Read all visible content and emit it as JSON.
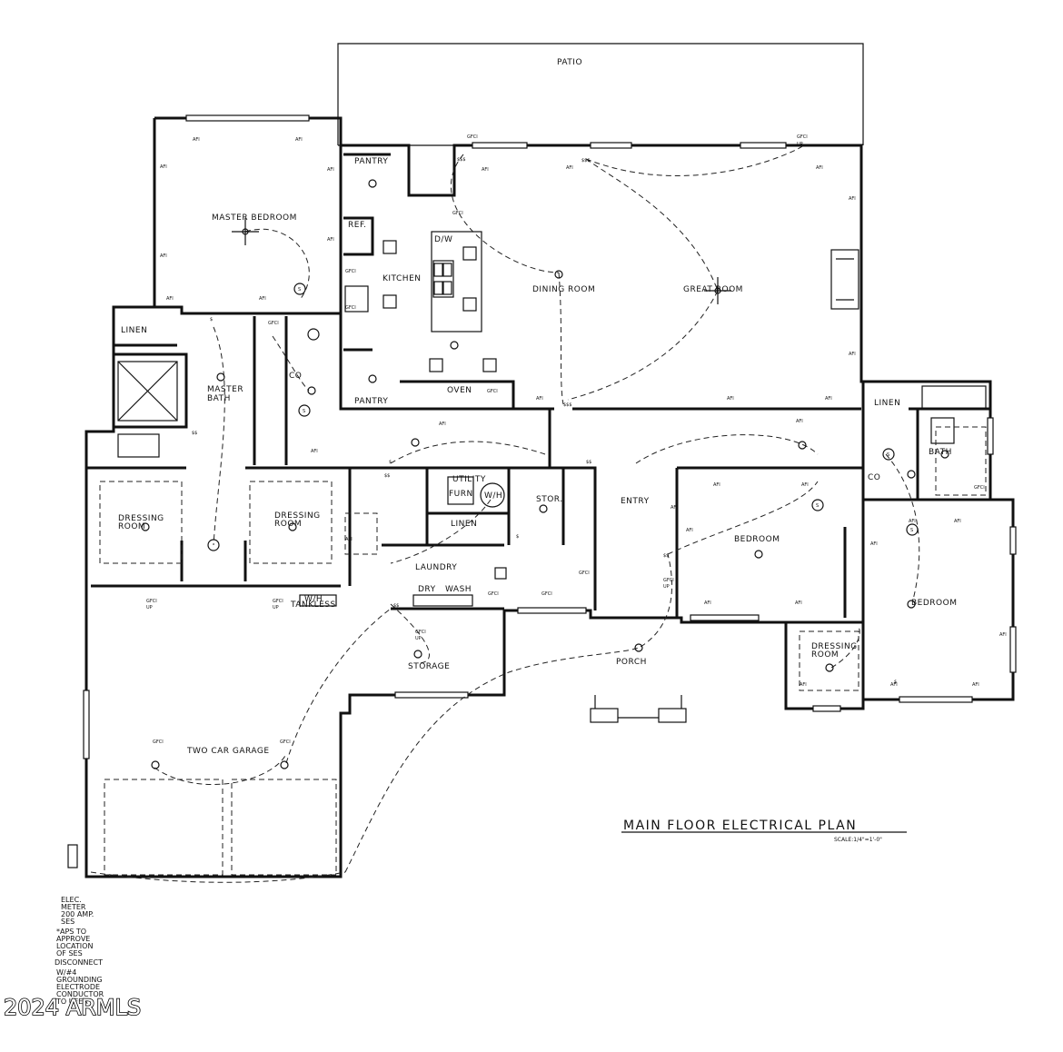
{
  "rooms": {
    "patio": "PATIO",
    "master_bedroom": "MASTER BEDROOM",
    "pantry_top": "PANTRY",
    "ref": "REF.",
    "kitchen": "KITCHEN",
    "dw": "D/W",
    "dining_room": "DINING ROOM",
    "great_room": "GREAT ROOM",
    "linen_1": "LINEN",
    "master_bath_1": "MASTER",
    "master_bath_2": "BATH",
    "pantry_bottom": "PANTRY",
    "oven": "OVEN",
    "linen_2": "LINEN",
    "bath": "BATH",
    "utility": "UTILITY",
    "furn": "FURN",
    "wh": "W/H",
    "stor": "STOR.",
    "entry": "ENTRY",
    "bedroom_1": "BEDROOM",
    "bedroom_2": "BEDROOM",
    "dressing_1a": "DRESSING",
    "dressing_1b": "ROOM",
    "dressing_2a": "DRESSING",
    "dressing_2b": "ROOM",
    "dressing_3a": "DRESSING",
    "dressing_3b": "ROOM",
    "linen_3": "LINEN",
    "laundry": "LAUNDRY",
    "dry": "DRY",
    "wash": "WASH",
    "wh_tankless": "W/H",
    "tankless": "TANKLESS",
    "storage": "STORAGE",
    "porch": "PORCH",
    "garage": "TWO CAR GARAGE"
  },
  "symbols": {
    "afi": "AFI",
    "gfci": "GFCI",
    "up": "UP",
    "co": "CO",
    "s": "S",
    "switch": "$",
    "switch3": "$$$",
    "switch2": "$$"
  },
  "title": {
    "main": "MAIN FLOOR ELECTRICAL PLAN",
    "scale": "SCALE:1/4\"=1'-0\""
  },
  "notes": {
    "meter_1": "ELEC.",
    "meter_2": "METER",
    "meter_3": "200 AMP.",
    "meter_4": "SES",
    "aps_1": "*APS TO",
    "aps_2": "APPROVE",
    "aps_3": "LOCATION",
    "aps_4": "OF SES",
    "disconnect": "DISCONNECT",
    "ground_1": "W/#4",
    "ground_2": "GROUNDING",
    "ground_3": "ELECTRODE",
    "ground_4": "CONDUCTOR",
    "ground_5": "TO UFER"
  },
  "watermark": "2024 ARMLS"
}
